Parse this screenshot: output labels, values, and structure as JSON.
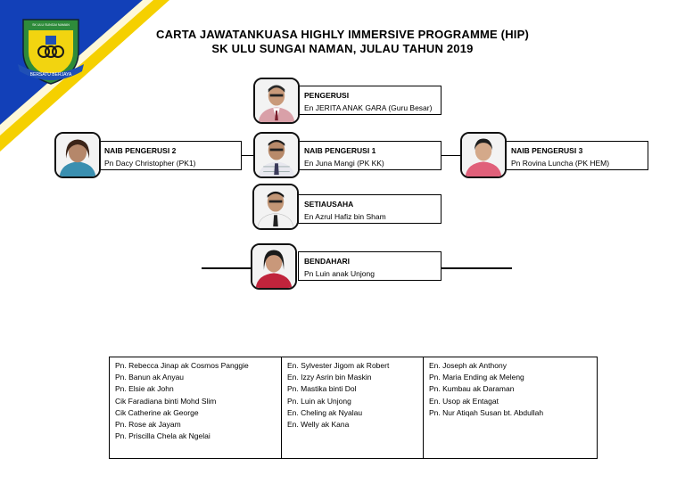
{
  "logo": {
    "top_text": "SK ULU SUNGAI NAMAN",
    "ribbon_text": "BERSATU BERJAYA",
    "colors": {
      "shield": "#2e8b3a",
      "inner": "#f2d410",
      "ribbon": "#1f4fb5"
    }
  },
  "colors": {
    "corner_yellow": "#f5d000",
    "corner_blue": "#1240b8"
  },
  "title": {
    "line1": "CARTA JAWATANKUASA HIGHLY IMMERSIVE PROGRAMME (HIP)",
    "line2": "SK ULU SUNGAI NAMAN, JULAU TAHUN 2019"
  },
  "officers": {
    "pengerusi": {
      "role": "PENGERUSI",
      "name": "En JERITA ANAK GARA (Guru Besar)"
    },
    "naib1": {
      "role": "NAIB PENGERUSI 1",
      "name": "En Juna Mangi (PK KK)"
    },
    "naib2": {
      "role": "NAIB PENGERUSI 2",
      "name": "Pn Dacy Christopher (PK1)"
    },
    "naib3": {
      "role": "NAIB PENGERUSI 3",
      "name": "Pn Rovina Luncha (PK HEM)"
    },
    "setiausaha": {
      "role": "SETIAUSAHA",
      "name": "En Azrul Hafiz bin Sham"
    },
    "bendahari": {
      "role": "BENDAHARI",
      "name": "Pn Luin anak Unjong"
    }
  },
  "members": {
    "col1": [
      "Pn. Rebecca Jinap ak Cosmos Panggie",
      "Pn. Banun ak Anyau",
      "Pn. Elsie ak John",
      "Cik Faradiana binti Mohd Slim",
      "Cik Catherine ak George",
      "Pn. Rose ak Jayam",
      "Pn. Priscilla Chela ak Ngelai"
    ],
    "col2": [
      "En. Sylvester Jigom ak Robert",
      "En. Izzy Asrin bin Maskin",
      "Pn. Mastika binti Dol",
      "Pn. Luin ak Unjong",
      "En. Cheling ak Nyalau",
      "En. Welly ak Kana"
    ],
    "col3": [
      "En. Joseph ak Anthony",
      "Pn. Maria Ending ak Meleng",
      "Pn. Kumbau ak Daraman",
      "En. Usop ak Entagat",
      "Pn. Nur Atiqah Susan bt. Abdullah"
    ]
  }
}
